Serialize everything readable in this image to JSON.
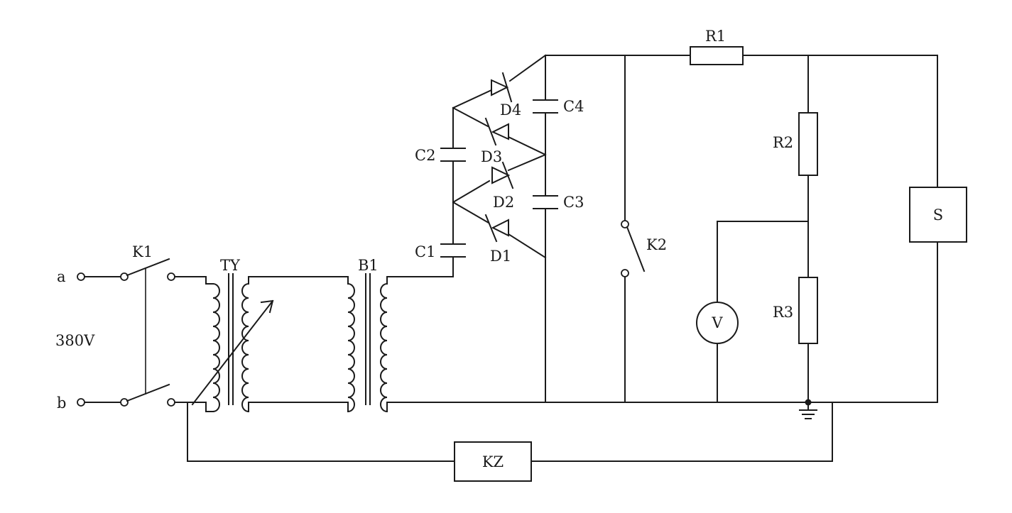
{
  "diagram": {
    "labels": {
      "terminal_a": "a",
      "terminal_b": "b",
      "supply_voltage": "380V",
      "switch_k1": "K1",
      "regulator_ty": "TY",
      "transformer_b1": "B1",
      "capacitor_c1": "C1",
      "capacitor_c2": "C2",
      "capacitor_c3": "C3",
      "capacitor_c4": "C4",
      "diode_d1": "D1",
      "diode_d2": "D2",
      "diode_d3": "D3",
      "diode_d4": "D4",
      "resistor_r1": "R1",
      "resistor_r2": "R2",
      "resistor_r3": "R3",
      "switch_k2": "K2",
      "voltmeter": "V",
      "sample": "S",
      "controller": "KZ"
    }
  }
}
